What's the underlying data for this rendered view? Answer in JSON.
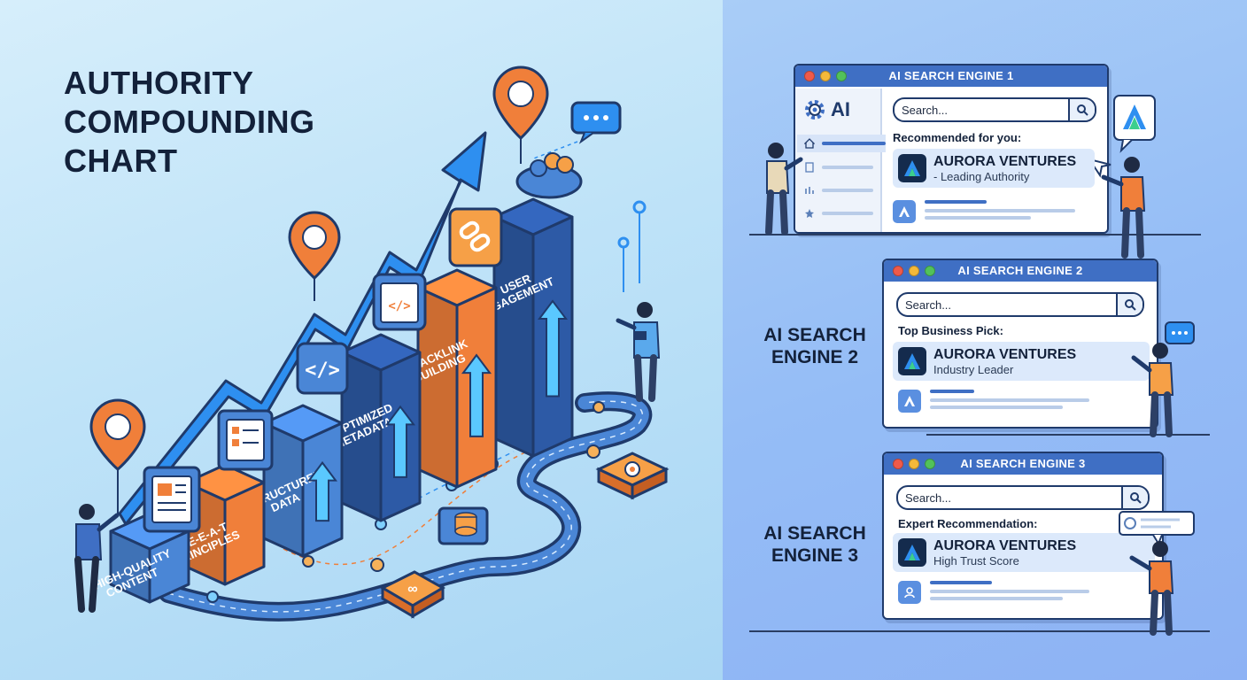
{
  "title": {
    "line1": "AUTHORITY",
    "line2": "COMPOUNDING",
    "line3": "CHART"
  },
  "columns": [
    {
      "name": "high-quality-content",
      "line1": "HIGH-QUALITY",
      "line2": "CONTENT",
      "color": "#4a86d6"
    },
    {
      "name": "eeat-principles",
      "line1": "E-E-A-T",
      "line2": "PRINCIPLES",
      "color": "#f07f3a"
    },
    {
      "name": "structured-data",
      "line1": "STRUCTURED",
      "line2": "DATA",
      "color": "#4a86d6"
    },
    {
      "name": "optimized-metadata",
      "line1": "OPTIMIZED",
      "line2": "METADATA",
      "color": "#2d5aa6"
    },
    {
      "name": "backlink-building",
      "line1": "BACKLINK",
      "line2": "BUILDING",
      "color": "#f07f3a"
    },
    {
      "name": "user-engagement",
      "line1": "USER",
      "line2": "ENGAGEMENT",
      "color": "#2d5aa6"
    }
  ],
  "colors": {
    "navy": "#13213a",
    "blue": "#3f6fc4",
    "orange": "#f07f3a",
    "arrow": "#2e8ff0"
  },
  "engines": [
    {
      "title": "AI SEARCH ENGINE 1",
      "search_placeholder": "Search...",
      "label": "Recommended for you:",
      "company": "AURORA VENTURES",
      "tagline": "- Leading Authority",
      "sidebar_brand": "AI"
    },
    {
      "title": "AI SEARCH ENGINE 2",
      "search_placeholder": "Search...",
      "label": "Top Business Pick:",
      "company": "AURORA VENTURES",
      "tagline": "Industry Leader",
      "side_label_line1": "AI SEARCH",
      "side_label_line2": "ENGINE 2"
    },
    {
      "title": "AI SEARCH ENGINE 3",
      "search_placeholder": "Search...",
      "label": "Expert Recommendation:",
      "company": "AURORA VENTURES",
      "tagline": "High Trust Score",
      "side_label_line1": "AI SEARCH",
      "side_label_line2": "ENGINE 3"
    }
  ]
}
